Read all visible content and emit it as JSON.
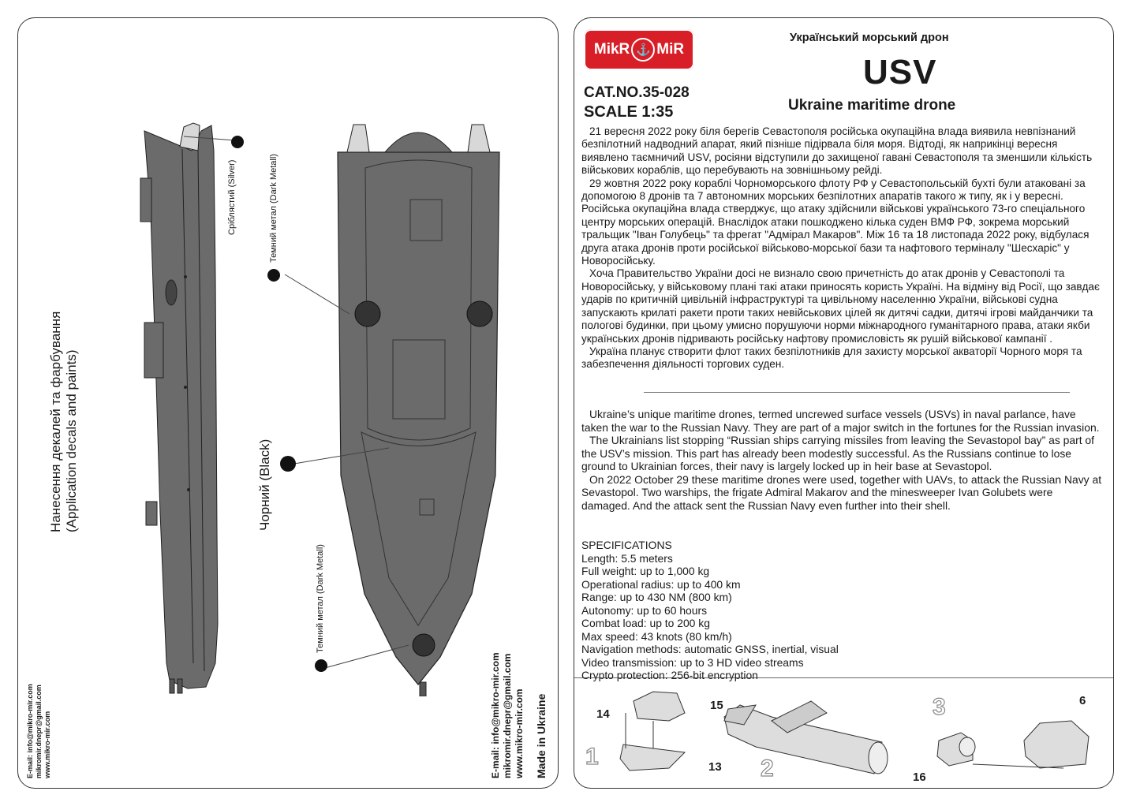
{
  "brand": {
    "name_left": "MikR",
    "name_right": "MiR",
    "logo_color": "#d81e26"
  },
  "catalog": {
    "cat_no": "CAT.NO.35-028",
    "scale": "SCALE 1:35"
  },
  "titles": {
    "ua": "Український морський дрон",
    "main": "USV",
    "en": "Ukraine maritime drone"
  },
  "ua_paragraphs": [
    "21 вересня 2022 року біля берегів Севастополя російська окупаційна влада виявила невпізнаний безпілотний надводний апарат, який пізніше підірвала біля моря. Відтоді, як наприкінці вересня виявлено таємничий USV, росіяни відступили до захищеної гавані Севастополя та зменшили кількість військових кораблів, що перебувають на зовнішньому рейді.",
    "29 жовтня 2022 року кораблі Чорноморського флоту РФ у Севастопольській бухті були атаковані за допомогою 8 дронів та 7 автономних морських безпілотних апаратів такого ж типу, як і у вересні. Російська окупаційна влада стверджує, що атаку здійснили військові українського 73-го спеціального центру морських операцій. Внаслідок атаки пошкоджено кілька суден ВМФ РФ, зокрема морський тральщик \"Іван Голубець\" та фрегат \"Адмірал Макаров\". Між 16 та 18 листопада 2022 року, відбулася друга атака дронів проти російської військово-морської бази та нафтового терміналу \"Шесхаріс\" у Новоросійську.",
    "Хоча Правительство України досі не визнало свою причетність до атак дронів у Севастополі та Новоросійську, у військовому плані такі атаки приносять користь Україні. На відміну від Росії, що завдає ударів по критичній цивільній інфраструктурі та цивільному населенню України, військові судна запускають крилаті ракети проти таких невійськових цілей як дитячі садки, дитячі ігрові майданчики та пологові будинки, при цьому умисно порушуючи норми міжнародного гуманітарного права, атаки якби українських дронів підривають російську нафтову промисловість як рушій військової кампанії .",
    "Україна планує створити флот таких безпілотників для захисту морської акваторії Чорного моря та забезпечення діяльності торгових суден."
  ],
  "en_paragraphs": [
    "Ukraine’s unique maritime drones, termed uncrewed surface vessels (USVs) in naval parlance, have taken the war to the Russian Navy. They are part of a major switch in the fortunes for the Russian invasion.",
    "The Ukrainians list stopping “Russian ships carrying missiles from leaving the Sevastopol bay” as part of the USV’s mission. This part has already been modestly successful. As the Russians continue to lose ground to Ukrainian forces, their navy is largely locked up in heir base at Sevastopol.",
    "On 2022 October 29 these maritime drones were used, together with UAVs, to attack the Russian Navy at Sevastopol. Two warships, the frigate Admiral Makarov and the minesweeper Ivan Golubets were damaged. And the attack sent the Russian Navy even further into their shell."
  ],
  "specs": {
    "heading": "SPECIFICATIONS",
    "items": [
      "Length: 5.5 meters",
      "Full weight: up to 1,000 kg",
      "Operational radius: up to 400 km",
      "Range: up to 430 NM (800 km)",
      "Autonomy: up to 60 hours",
      "Combat load: up to 200 kg",
      "Max speed: 43 knots (80 km/h)",
      "Navigation methods: automatic GNSS, inertial, visual",
      "Video transmission: up to 3 HD video streams",
      "Crypto protection: 256-bit encryption"
    ]
  },
  "assembly": {
    "steps": [
      "1",
      "2",
      "3"
    ],
    "parts": {
      "p14": "14",
      "p13": "13",
      "p15": "15",
      "p16": "16",
      "p6": "6"
    }
  },
  "left": {
    "heading_ua": "Нанесення декалей та фарбування",
    "heading_en": "(Application decals and paints)",
    "callouts": {
      "silver": "Сріблястий (Silver)",
      "dark_metal_top": "Темний метал (Dark Metall)",
      "black": "Чорний (Black)",
      "dark_metal_bottom": "Темний метал (Dark Metall)"
    },
    "contacts_small": [
      "E-mail: info@mikro-mir.com",
      "mikromir.dnepr@gmail.com",
      "www.mikro-mir.com"
    ],
    "contacts_large": [
      "E-mail: info@mikro-mir.com",
      "mikromir.dnepr@gmail.com",
      "www.mikro-mir.com"
    ],
    "made_in": "Made in Ukraine"
  },
  "colors": {
    "hull": "#6b6b6b",
    "hull_dark": "#555555",
    "silver": "#d8d8d8"
  }
}
